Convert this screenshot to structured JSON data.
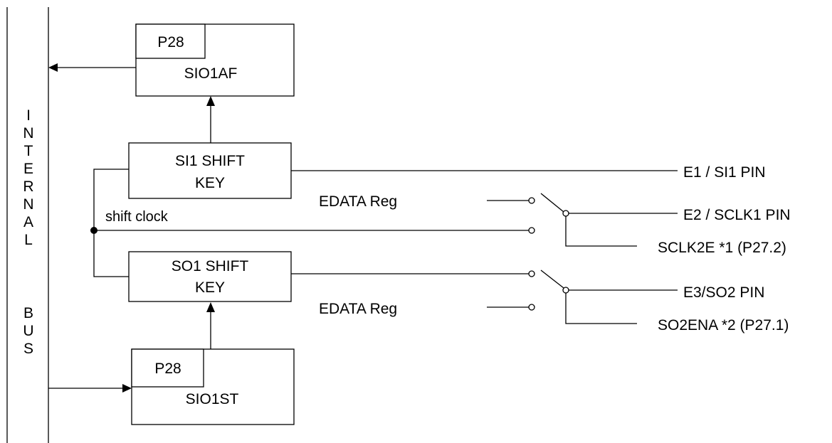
{
  "bus": {
    "letters": [
      "I",
      "N",
      "T",
      "E",
      "R",
      "N",
      "A",
      "L",
      "",
      "B",
      "U",
      "S"
    ]
  },
  "blocks": {
    "sio1af": {
      "tag": "P28",
      "name": "SIO1AF"
    },
    "si1_shift": {
      "line1": "SI1 SHIFT",
      "line2": "KEY"
    },
    "so1_shift": {
      "line1": "SO1 SHIFT",
      "line2": "KEY"
    },
    "sio1st": {
      "tag": "P28",
      "name": "SIO1ST"
    }
  },
  "labels": {
    "shift_clock": "shift clock",
    "edata_reg_top": "EDATA Reg",
    "edata_reg_bottom": "EDATA Reg"
  },
  "pins": {
    "e1_si1": "E1 / SI1 PIN",
    "e2_sclk1": "E2 / SCLK1 PIN",
    "sclk2e": "SCLK2E *1 (P27.2)",
    "e3_so2": "E3/SO2 PIN",
    "so2ena": "SO2ENA *2 (P27.1)"
  }
}
